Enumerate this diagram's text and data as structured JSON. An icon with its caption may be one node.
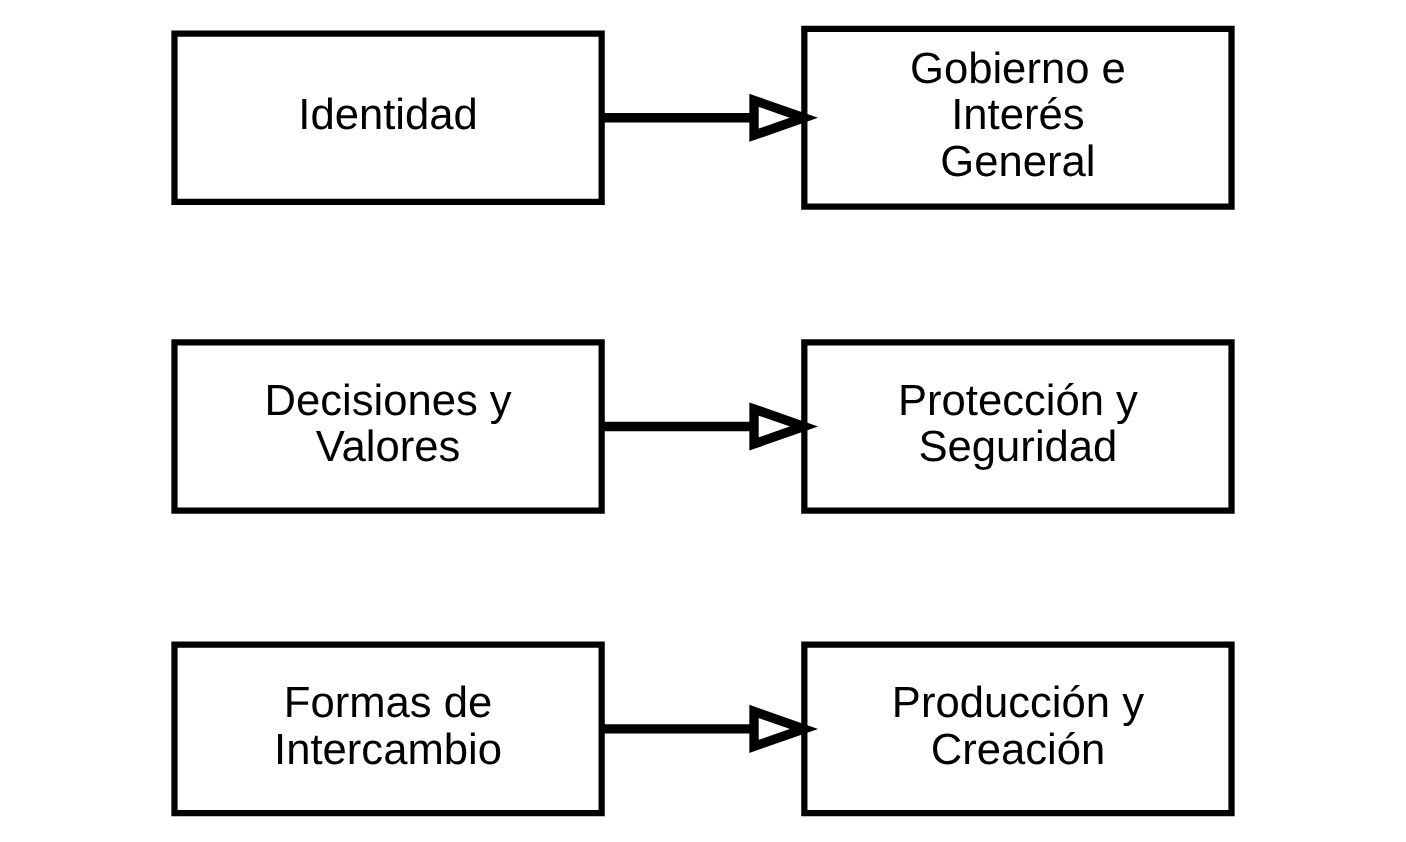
{
  "diagram": {
    "nodes": [
      {
        "text": [
          "Formas de Intercambio"
        ]
      },
      {
        "text": [
          "Producción y Creación"
        ]
      },
      {
        "text": [
          "Decisiones y Valores"
        ]
      },
      {
        "text": [
          "Protección y Seguridad"
        ]
      },
      {
        "text": [
          "Identidad"
        ]
      },
      {
        "text": [
          "Gobierno e Interés General"
        ]
      }
    ],
    "edges": [
      {
        "from": 0,
        "to": 1,
        "arrow": "to"
      },
      {
        "from": 2,
        "to": 3,
        "arrow": "to"
      },
      {
        "from": 4,
        "to": 5,
        "arrow": "to"
      }
    ]
  }
}
